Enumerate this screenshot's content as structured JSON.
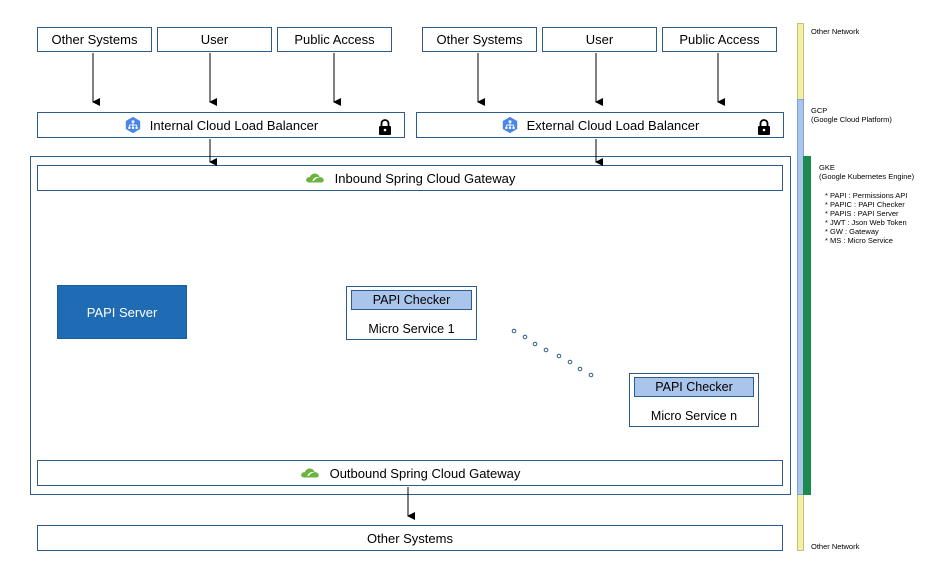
{
  "top_sources_left": [
    "Other Systems",
    "User",
    "Public Access"
  ],
  "top_sources_right": [
    "Other Systems",
    "User",
    "Public Access"
  ],
  "load_balancers": {
    "internal": "Internal Cloud Load Balancer",
    "external": "External Cloud Load Balancer"
  },
  "gateways": {
    "inbound": "Inbound Spring Cloud Gateway",
    "outbound": "Outbound Spring Cloud Gateway"
  },
  "papi_server": "PAPI Server",
  "micro_services": [
    {
      "checker": "PAPI Checker",
      "name": "Micro Service 1"
    },
    {
      "checker": "PAPI Checker",
      "name": "Micro Service n"
    }
  ],
  "bottom_system": "Other Systems",
  "side_labels": {
    "other_network_top": "Other Network",
    "gcp": "GCP\n(Google Cloud Platform)",
    "gke": "GKE\n(Google Kubernetes Engine)",
    "other_network_bottom": "Other Network"
  },
  "legend": [
    "* PAPI : Permissions API",
    "* PAPIC : PAPI Checker",
    "* PAPIS : PAPI Server",
    "* JWT : Json Web Token",
    "* GW : Gateway",
    "* MS : Micro Service"
  ],
  "colors": {
    "line": "#2e5c8a",
    "papi_server_fill": "#1f6cb5",
    "checker_fill": "#a9c5ec",
    "other_network_bar": "#f5efa3",
    "gcp_bar": "#a9c5ec",
    "gke_bar": "#1a8a4e",
    "spring_green": "#6db33f",
    "gcp_icon_blue": "#4a86e8"
  },
  "icons": {
    "load_balancer": "gcp-load-balancer-icon",
    "lock": "lock-icon",
    "spring": "spring-cloud-icon"
  }
}
